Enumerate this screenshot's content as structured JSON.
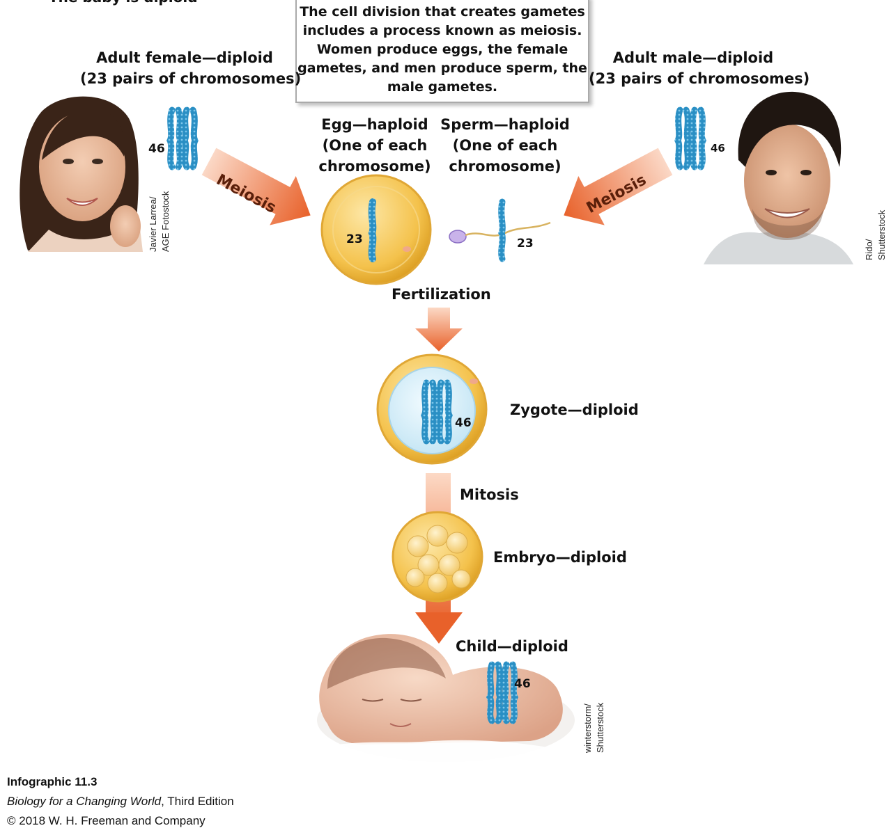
{
  "top_cut_text": "The baby is diploid",
  "callout_text": "The cell division that creates gametes includes a process known as meiosis. Women produce eggs, the female gametes, and men produce sperm, the male gametes.",
  "female": {
    "title": "Adult female—diploid",
    "subtitle": "(23 pairs of chromosomes)",
    "count": "46",
    "credit": [
      "Javier Larrea/",
      "AGE Fotostock"
    ]
  },
  "male": {
    "title": "Adult male—diploid",
    "subtitle": "(23 pairs of chromosomes)",
    "count": "46",
    "credit": [
      "Rido/",
      "Shutterstock"
    ]
  },
  "meiosis_label": "Meiosis",
  "egg": {
    "title": "Egg—haploid",
    "desc": [
      "(One of each",
      "chromosome)"
    ],
    "count": "23"
  },
  "sperm": {
    "title": "Sperm—haploid",
    "desc": [
      "(One of each",
      "chromosome)"
    ],
    "count": "23"
  },
  "fertilization_label": "Fertilization",
  "zygote": {
    "label": "Zygote—diploid",
    "count": "46"
  },
  "mitosis_label": "Mitosis",
  "embryo_label": "Embryo—diploid",
  "child": {
    "label": "Child—diploid",
    "count": "46",
    "credit": [
      "winterstorm/",
      "Shutterstock"
    ]
  },
  "footer": {
    "figure": "Infographic 11.3",
    "book_title": "Biology for a Changing World",
    "edition": ", Third Edition",
    "copyright": "© 2018 W. H. Freeman and Company"
  },
  "colors": {
    "chromosome": "#2a8fc4",
    "arrow": "#e8612a",
    "egg": "#f3c04a"
  }
}
